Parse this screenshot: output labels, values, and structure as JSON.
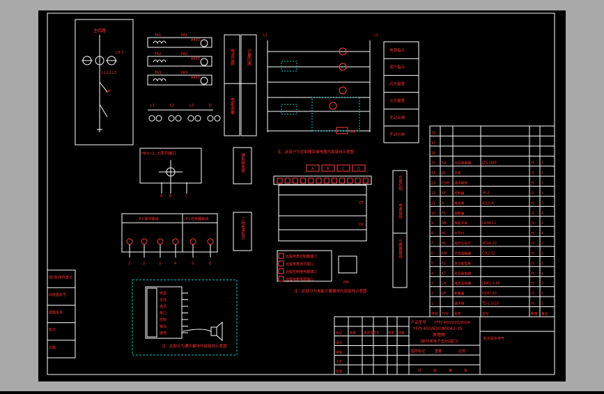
{
  "colors": {
    "page": "#a9a9a9",
    "sheet": "#000000",
    "line": "#ffffff",
    "label": "#ff3030",
    "lamp": "#ff4040",
    "dashed": "#00c8c8",
    "bus": "#ffffff"
  },
  "main_circuit": {
    "title": "主回路",
    "ct": "LH-3",
    "phase_text": "L1.L2.L3",
    "switch": "QF"
  },
  "meters": {
    "rows": [
      {
        "ct": "TA1",
        "v": "PA1",
        "a": "A400"
      },
      {
        "ct": "TA2",
        "v": "PA2",
        "a": "A400"
      },
      {
        "ct": "TA3",
        "v": "PA3",
        "a": "A400"
      }
    ],
    "lamps": [
      "L1",
      "L2",
      "L3",
      "N"
    ]
  },
  "vertical_labels": {
    "a": "电流互感",
    "b": "计量回路",
    "c": "电能测量"
  },
  "control": {
    "top_left": "L1",
    "top_right": "L2",
    "note": "注：此部分为控制器及继电器内部接线示意图",
    "coil": "KM"
  },
  "side_buttons": [
    "电源指示",
    "运行指示",
    "闪光报警",
    "火灾报警",
    "手动合闸",
    "手动分闸"
  ],
  "meter_box": {
    "title": "HKS (2, 3)系列端口",
    "terminals": [
      "A",
      "B",
      "C"
    ]
  },
  "small_labels": {
    "aux1": "辅助继电器",
    "aux2": "三相电源指示"
  },
  "terminals": {
    "label_left": "F3 脉冲输出",
    "label_right": "F2 控制器输出",
    "bottom": [
      "1",
      "2",
      "3",
      "4",
      "5",
      "6"
    ]
  },
  "module": {
    "indicators": [
      "A",
      "B",
      "C",
      "D"
    ],
    "notes": [
      "远程电表控制器端口",
      "远程电表通讯端口",
      "远程控制继电器端口",
      "远程电表电源端口"
    ],
    "note": "注：此部分为电能计量模块内部接线示意图",
    "relay": "KM",
    "node": "DT",
    "node2": "DC"
  },
  "right_vertical": [
    "负荷控制",
    "电表接线",
    "互感器接线"
  ],
  "gsm": {
    "rows": [
      "电源",
      "天线",
      "通讯",
      "串口",
      "控制",
      "输出",
      "接地"
    ],
    "note": "注：此部分为通讯模块内部接线示意图"
  },
  "left_revision": [
    "借(通)用件登记",
    "旧底图总号",
    "底图总号",
    "签字",
    "日期"
  ],
  "parts_table": {
    "headers": [
      "序号",
      "代号",
      "名称",
      "型号",
      "数量",
      "备注"
    ],
    "rows": [
      [
        "18",
        "",
        "",
        "",
        "",
        ""
      ],
      [
        "17",
        "",
        "",
        "",
        "",
        ""
      ],
      [
        "16",
        "",
        "",
        "",
        "",
        ""
      ],
      [
        "15",
        "KA",
        "中间继电器",
        "JZX-18FF",
        "只",
        "1"
      ],
      [
        "14",
        "JN",
        "天线",
        "",
        "只",
        "1"
      ],
      [
        "13",
        "GSM",
        "通讯模块",
        "",
        "只",
        "1"
      ],
      [
        "12",
        "KF",
        "控制器",
        "YF-2",
        "只",
        "1"
      ],
      [
        "11",
        "A",
        "电流表",
        "42L6-A",
        "只",
        "3"
      ],
      [
        "10",
        "F5",
        "熔断器",
        "",
        "只",
        "4"
      ],
      [
        "9",
        "SB",
        "按钮开关",
        "LA38-11",
        "只",
        "2"
      ],
      [
        "8",
        "HL",
        "信号灯",
        "",
        "只",
        "4"
      ],
      [
        "7",
        "HL",
        "指示信号灯",
        "AD16-22",
        "只",
        "2"
      ],
      [
        "6",
        "KM",
        "交流接触器",
        "CJX2-32",
        "只",
        "1"
      ],
      [
        "5",
        "F2",
        "多功能电表",
        "",
        "只",
        "1"
      ],
      [
        "4",
        "KT",
        "时间继电器",
        "",
        "只",
        "1"
      ],
      [
        "3",
        "LH",
        "电流互感器",
        "LMK1-0.66",
        "只",
        "3"
      ],
      [
        "2",
        "QF",
        "断路器",
        "DZ47-63",
        "只",
        "1"
      ],
      [
        "1",
        "",
        "端子排",
        "TD-1.5/10",
        "只",
        "1"
      ]
    ]
  },
  "title_block": {
    "product_label": "产品型号",
    "product": "YFPJ-400/630/800A",
    "model_line": "YFPJ-400/630/800A3-3S",
    "drawing_name": "原理图",
    "subtitle": "(脉冲或电子式KS接口)",
    "company": "杭州源丰电气",
    "row_labels": [
      "设计",
      "审核",
      "工艺",
      "批准"
    ],
    "col_labels": [
      "标记",
      "处数",
      "更改文件号",
      "签字",
      "日期"
    ],
    "stage_labels": [
      "图样标记",
      "重量",
      "比例"
    ],
    "sheet_labels": [
      "共",
      "张",
      "第",
      "张"
    ]
  }
}
